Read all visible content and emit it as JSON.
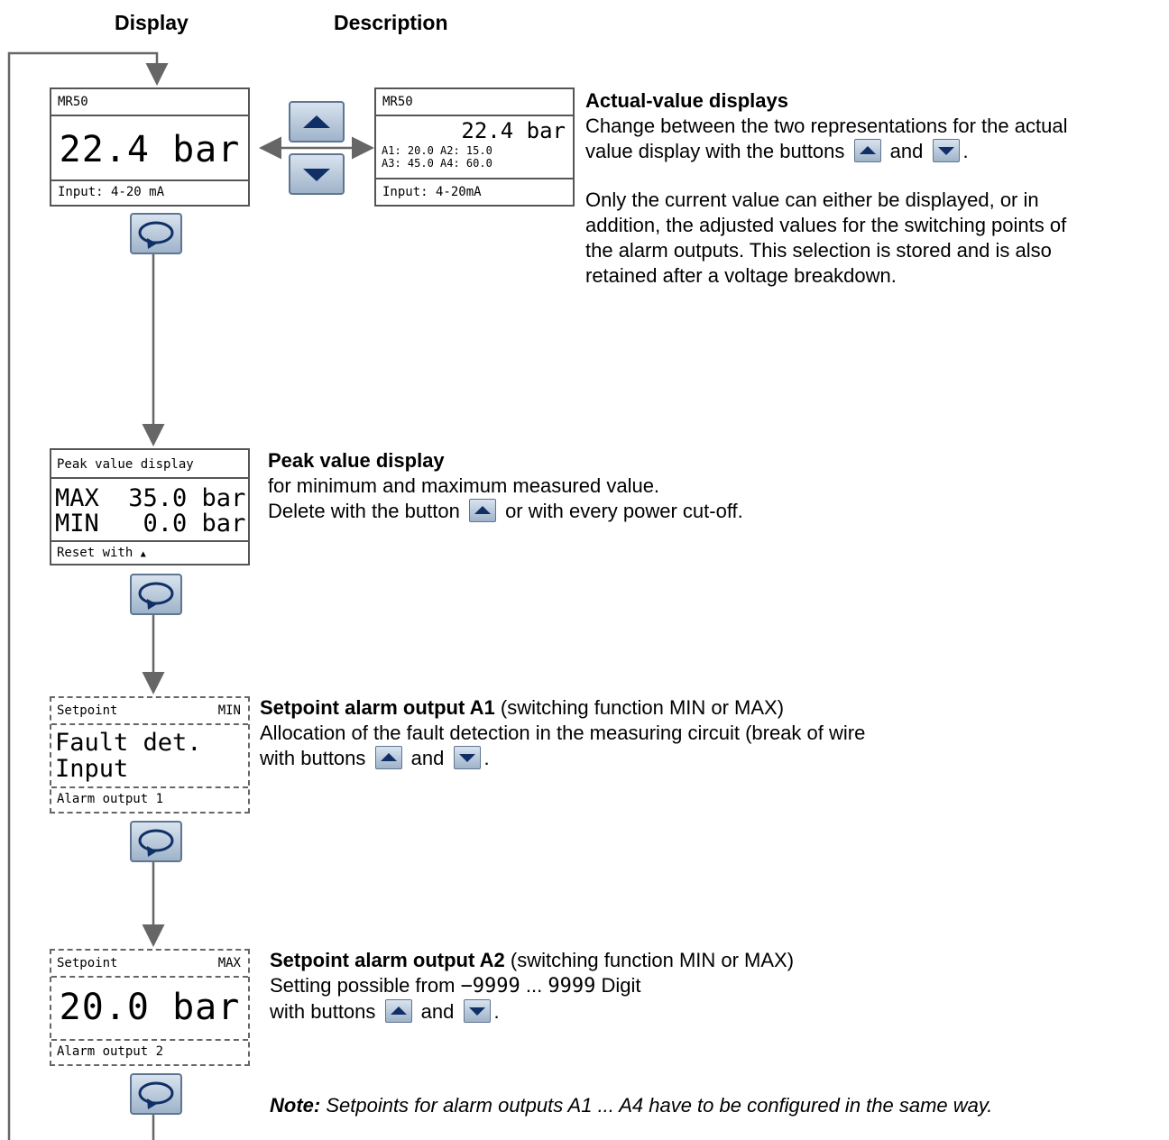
{
  "headers": {
    "display": "Display",
    "description": "Description"
  },
  "lcd1": {
    "top": "MR50",
    "value": "22.4 bar",
    "bottom": "Input: 4-20 mA"
  },
  "lcd2": {
    "top": "MR50",
    "value": "22.4 bar",
    "a_line1": "A1: 20.0  A2: 15.0",
    "a_line2": "A3: 45.0  A4: 60.0",
    "bottom": "Input: 4-20mA"
  },
  "lcd3": {
    "top": "Peak value display",
    "line1": "MAX  35.0 bar",
    "line2": "MIN   0.0 bar",
    "bottom": "Reset with",
    "bottom_icon": "▲"
  },
  "lcd4": {
    "top_left": "Setpoint",
    "top_right": "MIN",
    "line1": "Fault det.",
    "line2": "Input",
    "bottom": "Alarm output 1"
  },
  "lcd5": {
    "top_left": "Setpoint",
    "top_right": "MAX",
    "value": "20.0 bar",
    "bottom": "Alarm output 2"
  },
  "sec1": {
    "title": "Actual-value displays",
    "p1a": "Change between the two representations for the actual",
    "p1b": "value display with the buttons",
    "and": "and",
    "p2a": "Only the current value can either be displayed, or in",
    "p2b": "addition, the adjusted values for the switching points of",
    "p2c": "the alarm outputs. This selection is stored and is also",
    "p2d": "retained after a voltage breakdown."
  },
  "sec2": {
    "title": "Peak value display",
    "l1": "for minimum and maximum measured value.",
    "l2a": "Delete with the button",
    "l2b": "or with every power cut-off."
  },
  "sec3": {
    "title": "Setpoint alarm output A1",
    "title_rest": " (switching function MIN or MAX)",
    "l1": "Allocation of the fault detection in the measuring circuit (break of wire",
    "l2a": "with buttons",
    "and": "and"
  },
  "sec4": {
    "title": "Setpoint alarm output A2",
    "title_rest": " (switching function MIN or MAX)",
    "l1a": "Setting possible from",
    "range": "−9999",
    "dots": " ... ",
    "range2": "9999",
    "l1b": " Digit",
    "l2a": "with buttons",
    "and": "and"
  },
  "note": {
    "label": "Note:",
    "text": " Setpoints for alarm outputs A1 ... A4 have to be configured in the same way."
  },
  "colors": {
    "line": "#666666",
    "button_border": "#5f7590",
    "triangle": "#0f2f66"
  }
}
